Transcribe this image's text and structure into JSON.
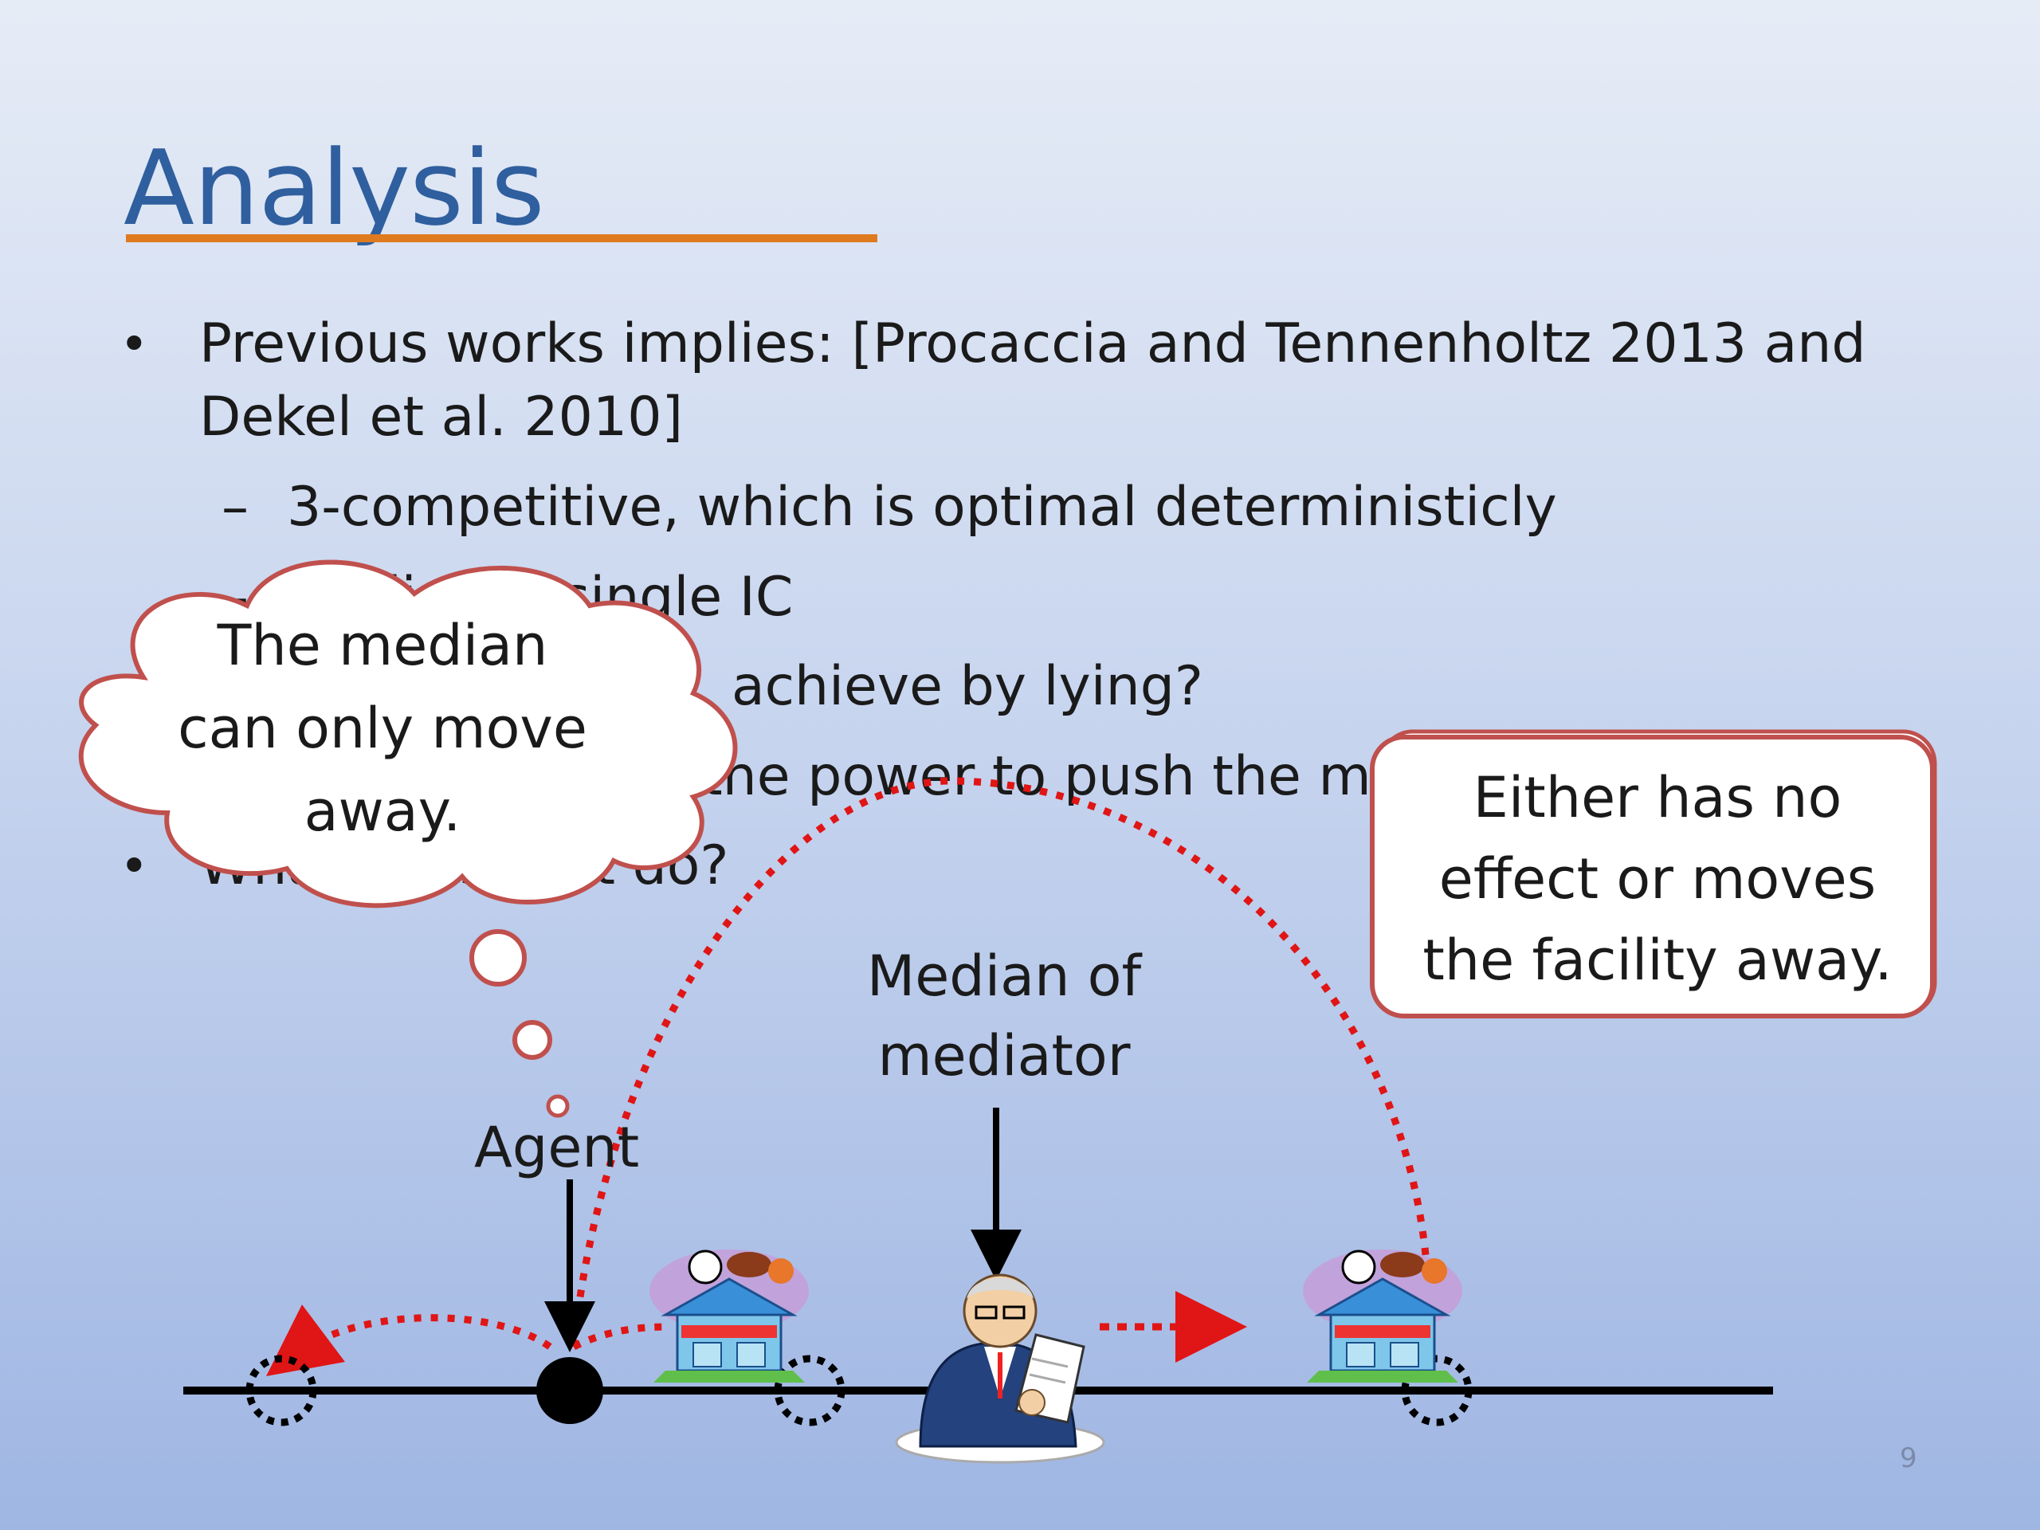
{
  "slide": {
    "title": "Analysis",
    "page_number": "9"
  },
  "bullets": {
    "b1_line1": "Previous works implies: [Procaccia and Tennenholtz 2013 and",
    "b1_line2": "Dekel et al. 2010]",
    "sub1": "3-competitive, which is optimal deterministicly",
    "sub2_fragment": "Median is single IC",
    "sub3_fragment": "achieve by lying?",
    "sub4_fragment": "the power to push the m",
    "b2_fragment": "What does that do?",
    "bullet_glyph": "•",
    "dash_glyph": "–"
  },
  "cloud": {
    "line1": "The median",
    "line2": "can only move",
    "line3": "away."
  },
  "callout": {
    "line1": "Either has no",
    "line2": "effect or moves",
    "line3": "the facility away."
  },
  "diagram": {
    "agent_label": "Agent",
    "mediator_label_line1": "Median of",
    "mediator_label_line2": "mediator",
    "colors": {
      "arc": "#e01515",
      "cloud_border": "#c0504d",
      "callout_border": "#c0504d",
      "line": "#000000"
    },
    "icons": [
      "sports-store-icon",
      "mediator-person-icon",
      "sports-store-icon"
    ]
  }
}
